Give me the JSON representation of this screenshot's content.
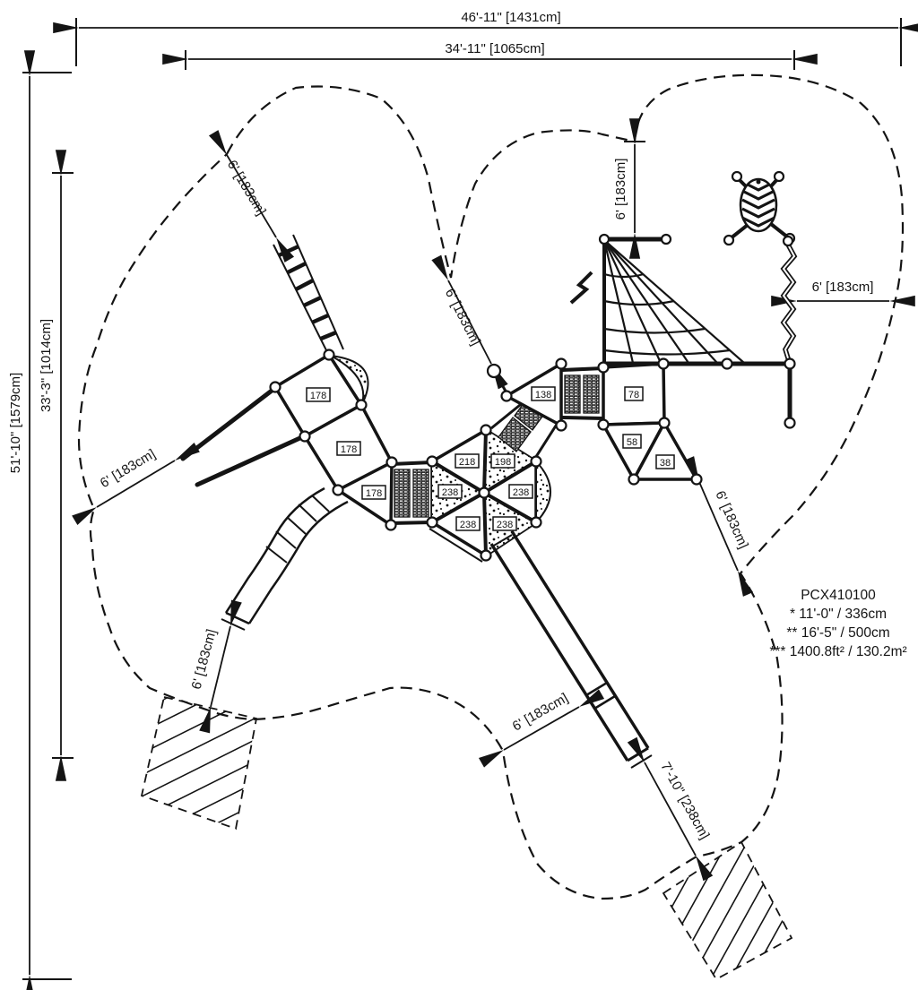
{
  "drawing": {
    "model": "PCX410100",
    "spec_block": {
      "model": "PCX410100",
      "fall_height": "* 11'-0\" / 336cm",
      "deck_height": "** 16'-5\" / 500cm",
      "area": "*** 1400.8ft² / 130.2m²"
    },
    "dimensions": {
      "overall_width": "46'-11\" [1431cm]",
      "inner_width": "34'-11\" [1065cm]",
      "overall_depth": "51'-10\" [1579cm]",
      "inner_depth": "33'-3\" [1014cm]",
      "use_zone_upper_left": "6' [183cm]",
      "use_zone_top_center": "6' [183cm]",
      "use_zone_top_right": "6' [183cm]",
      "use_zone_right": "6' [183cm]",
      "use_zone_lower_right": "6' [183cm]",
      "use_zone_left": "6' [183cm]",
      "use_zone_lower_left": "6' [183cm]",
      "use_zone_bottom_center": "6' [183cm]",
      "slide_exit_zone": "7'-10\" [238cm]"
    },
    "decks": {
      "deck_178_top": "178",
      "deck_178_mid": "178",
      "deck_178_low": "178",
      "deck_218": "218",
      "deck_198": "198",
      "deck_238_w": "238",
      "deck_238_e": "238",
      "deck_238_sw": "238",
      "deck_238_se": "238",
      "deck_138": "138",
      "deck_78": "78",
      "deck_58": "58",
      "deck_38": "38"
    },
    "colors": {
      "ink": "#141414",
      "paper": "#ffffff"
    }
  }
}
